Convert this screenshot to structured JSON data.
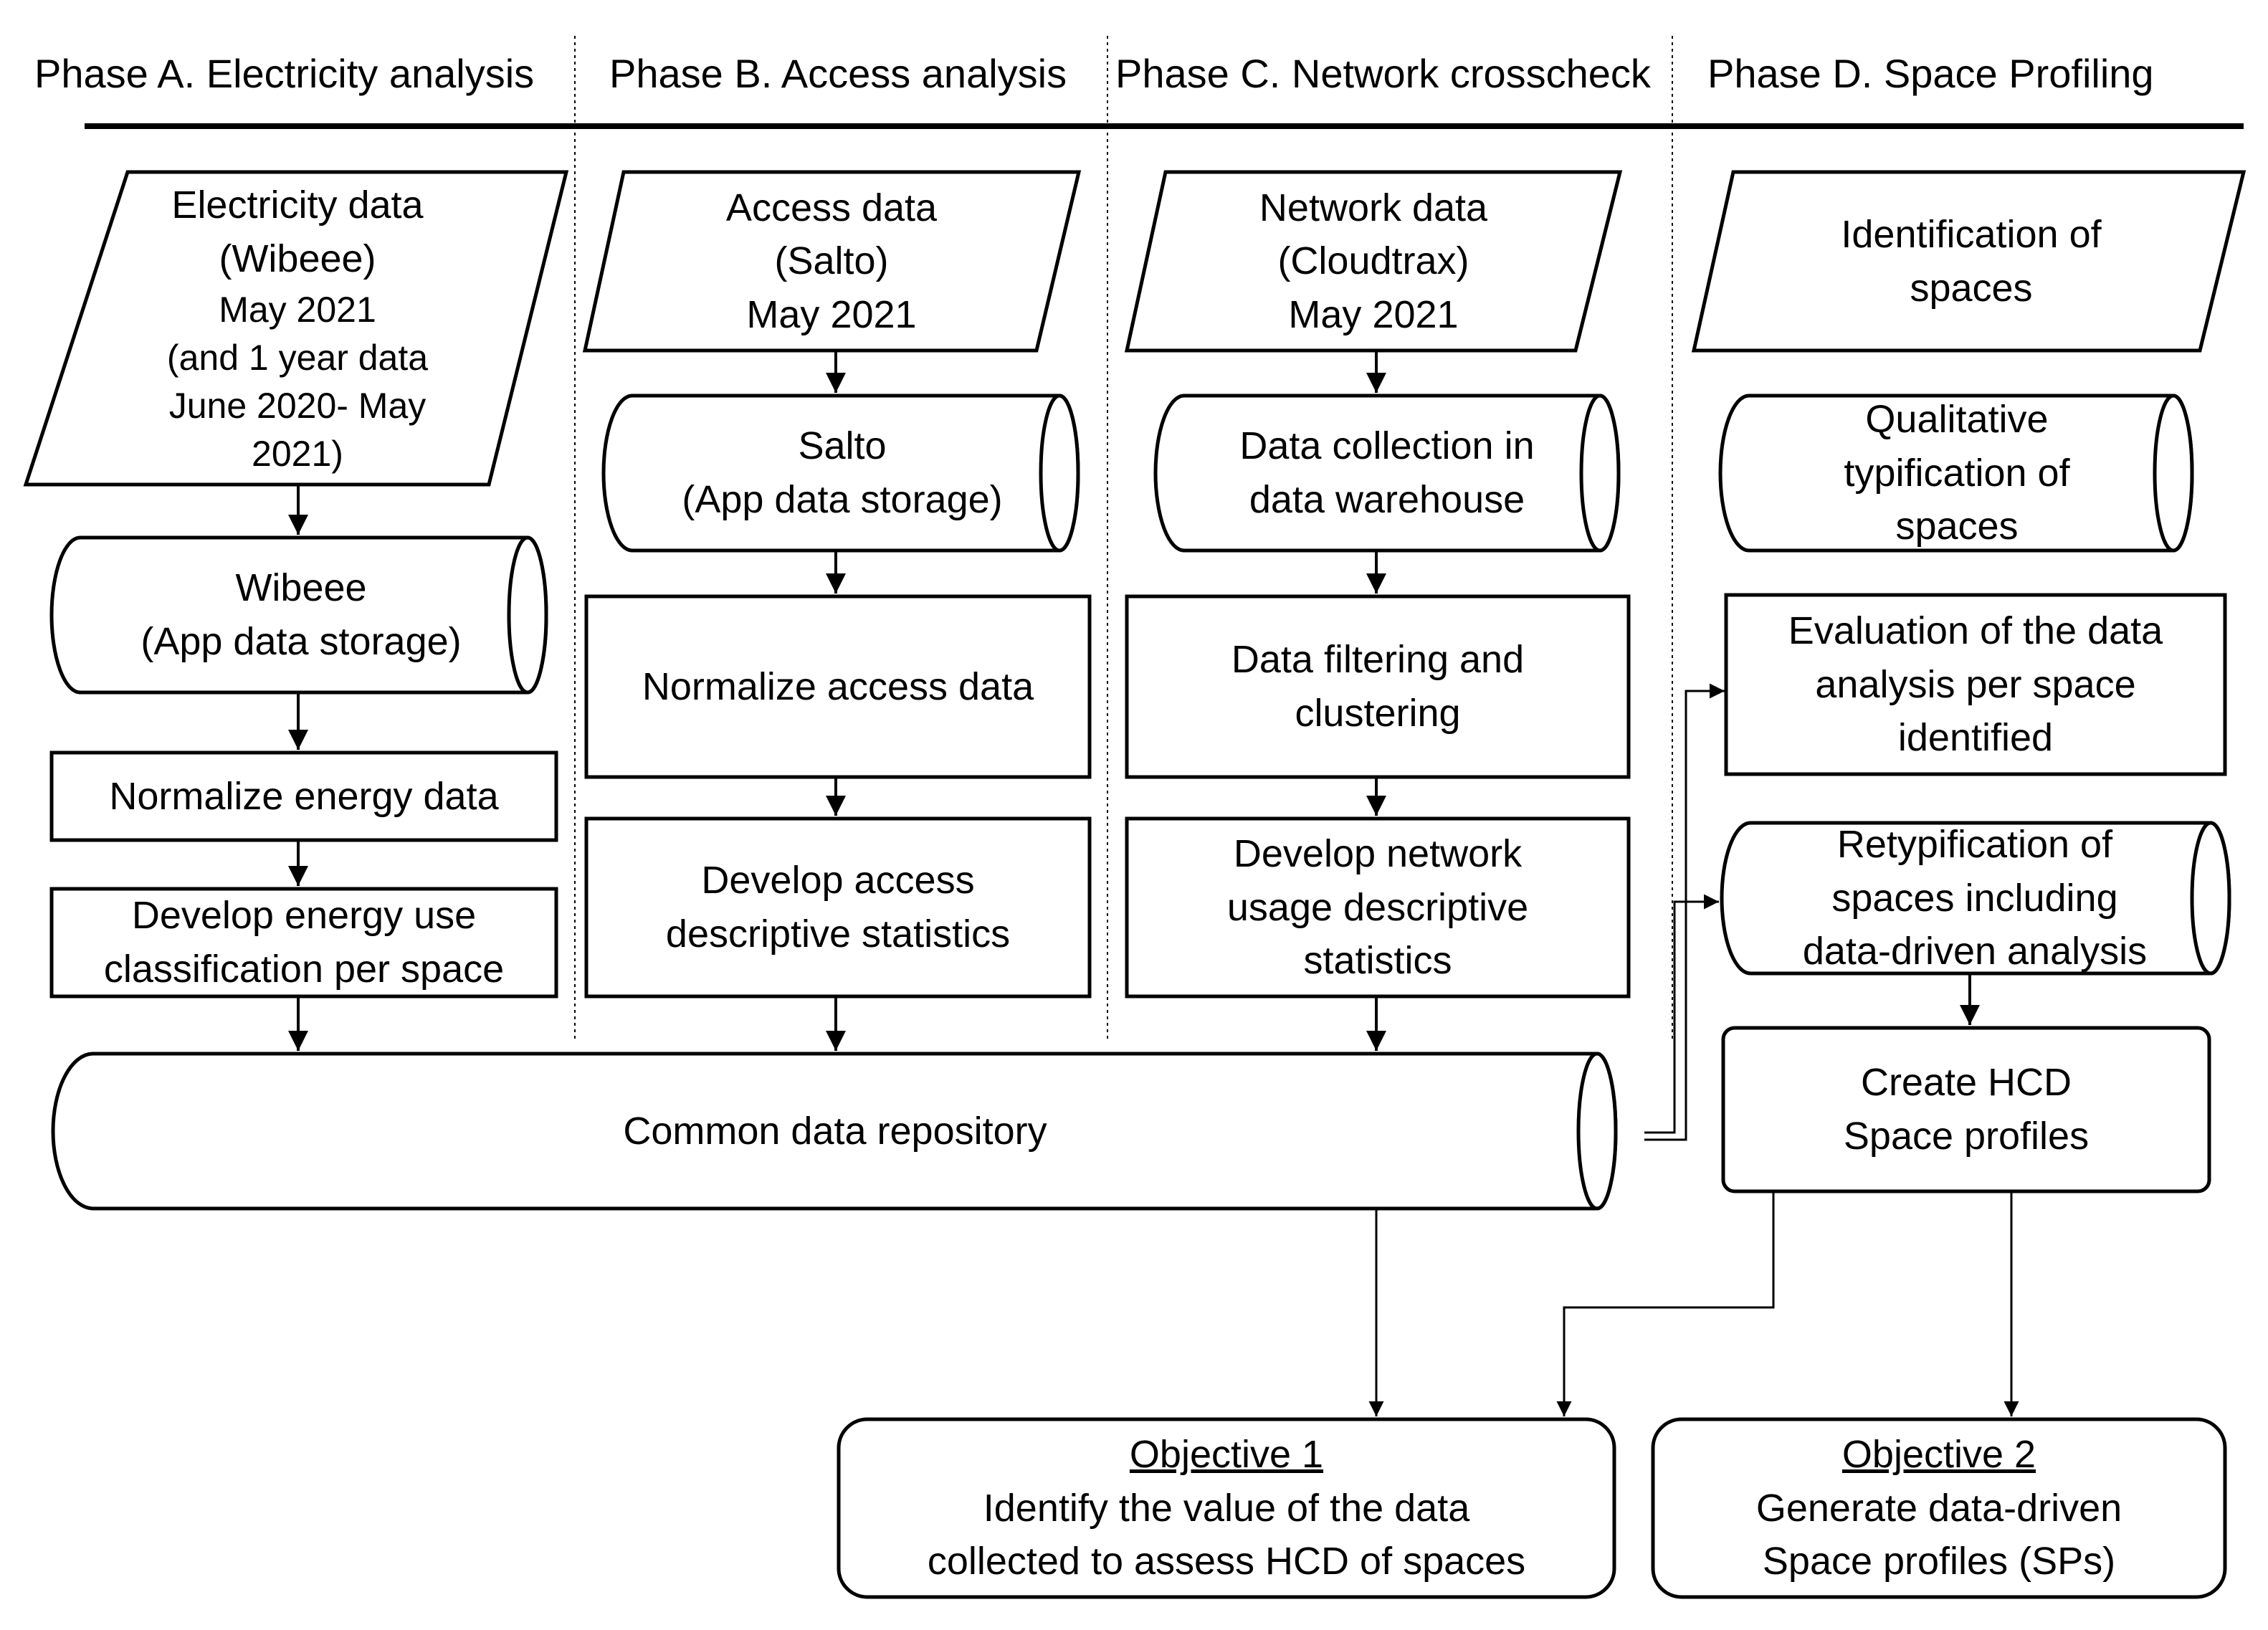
{
  "phases": {
    "a": "Phase A. Electricity analysis",
    "b": "Phase B. Access analysis",
    "c": "Phase C. Network crosscheck",
    "d": "Phase D. Space Profiling"
  },
  "phase_a": {
    "input": [
      "Electricity data",
      "(Wibeee)",
      "May 2021",
      "(and 1 year data",
      "June 2020- May",
      "2021)"
    ],
    "storage": [
      "Wibeee",
      "(App data storage)"
    ],
    "normalize": "Normalize energy data",
    "develop": [
      "Develop energy use",
      "classification per space"
    ]
  },
  "phase_b": {
    "input": [
      "Access data",
      "(Salto)",
      "May 2021"
    ],
    "storage": [
      "Salto",
      "(App data storage)"
    ],
    "normalize": "Normalize access data",
    "develop": [
      "Develop access",
      "descriptive statistics"
    ]
  },
  "phase_c": {
    "input": [
      "Network data",
      "(Cloudtrax)",
      "May 2021"
    ],
    "storage": [
      "Data collection in",
      "data warehouse"
    ],
    "filter": [
      "Data filtering and",
      "clustering"
    ],
    "develop": [
      "Develop network",
      "usage descriptive",
      "statistics"
    ]
  },
  "phase_d": {
    "input": [
      "Identification of",
      "spaces"
    ],
    "qualitative": [
      "Qualitative",
      "typification of",
      "spaces"
    ],
    "evaluation": [
      "Evaluation of the data",
      "analysis per space",
      "identified"
    ],
    "retypification": [
      "Retypification of",
      "spaces including",
      "data-driven analysis"
    ],
    "create": [
      "Create HCD",
      "Space profiles"
    ]
  },
  "repository": "Common data repository",
  "objective1": {
    "title": "Objective 1",
    "lines": [
      "Identify the value of the data",
      "collected to assess HCD of spaces"
    ]
  },
  "objective2": {
    "title": "Objective 2",
    "lines": [
      "Generate data-driven",
      "Space profiles (SPs)"
    ]
  }
}
